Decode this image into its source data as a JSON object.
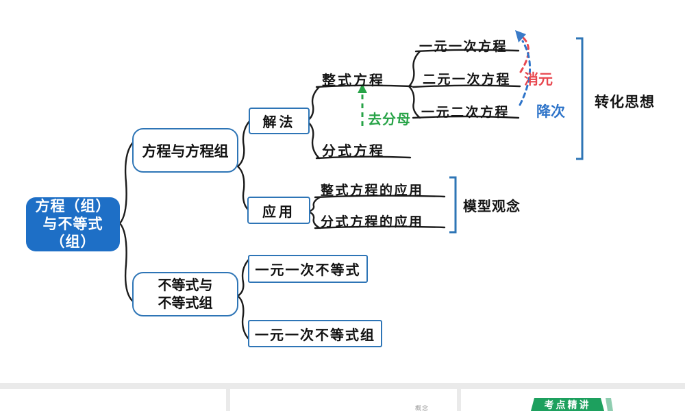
{
  "mindmap": {
    "root": {
      "line1": "方程（组）",
      "line2": "与不等式",
      "line3": "（组）"
    },
    "equations_branch": {
      "label": "方程与方程组",
      "solve": {
        "label": "解法",
        "integral_label": "整式方程",
        "fraction_label": "分式方程",
        "types": {
          "linear_one_var": "一元一次方程",
          "linear_two_var": "二元一次方程",
          "quadratic": "一元二次方程"
        },
        "remove_denominator": "去分母",
        "eliminate": "消元",
        "reduce_degree": "降次",
        "transform_idea": "转化思想"
      },
      "apply": {
        "label": "应用",
        "integral_application": "整式方程的应用",
        "fraction_application": "分式方程的应用",
        "model_idea": "模型观念"
      }
    },
    "inequalities_branch": {
      "line1": "不等式与",
      "line2": "不等式组",
      "linear_inequality": "一元一次不等式",
      "linear_inequality_system": "一元一次不等式组"
    }
  },
  "footer": {
    "section_label": "概念",
    "button_label": "考点精讲"
  },
  "colors": {
    "root_fill": "#1E6FC6",
    "node_border": "#2E75B6",
    "branch_line": "#1B1B1B",
    "green_annotation": "#27A347",
    "red_annotation": "#E8474F",
    "blue_annotation": "#2E74C9",
    "bracket_blue": "#2E75B6",
    "footer_gray": "#EAEAEA",
    "button_green": "#1DA05E",
    "button_green_light": "#8FCDB0"
  }
}
